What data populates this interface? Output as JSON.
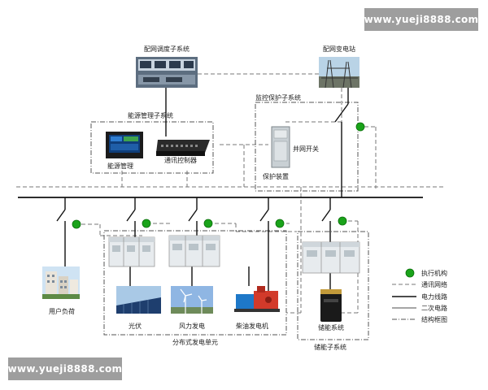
{
  "labels": {
    "dispatch": "配网调度子系统",
    "substation": "配网变电站",
    "energy_mgmt_system": "能源管理子系统",
    "energy_mgmt": "能源管理",
    "comm_controller": "通讯控制器",
    "monitor_protect": "监控保护子系统",
    "grid_switch": "并网开关",
    "protect_device": "保护装置",
    "user_load": "用户负荷",
    "pv": "光伏",
    "wind": "风力发电",
    "diesel": "柴油发电机",
    "distributed_unit": "分布式发电单元",
    "storage": "储能系统",
    "storage_subsystem": "储能子系统"
  },
  "legend": [
    {
      "label": "执行机构",
      "symbol": "dot"
    },
    {
      "label": "通讯网络",
      "symbol": "dashed"
    },
    {
      "label": "电力线路",
      "symbol": "solid"
    },
    {
      "label": "二次电路",
      "symbol": "solid-thin"
    },
    {
      "label": "结构框图",
      "symbol": "dashdot"
    }
  ],
  "watermark": {
    "top": "www.yueji8888.com",
    "bottom": "www.yueji8888.com"
  },
  "colors": {
    "actuator": "#1aa31a",
    "line": "#111111",
    "dashed": "#777777"
  }
}
